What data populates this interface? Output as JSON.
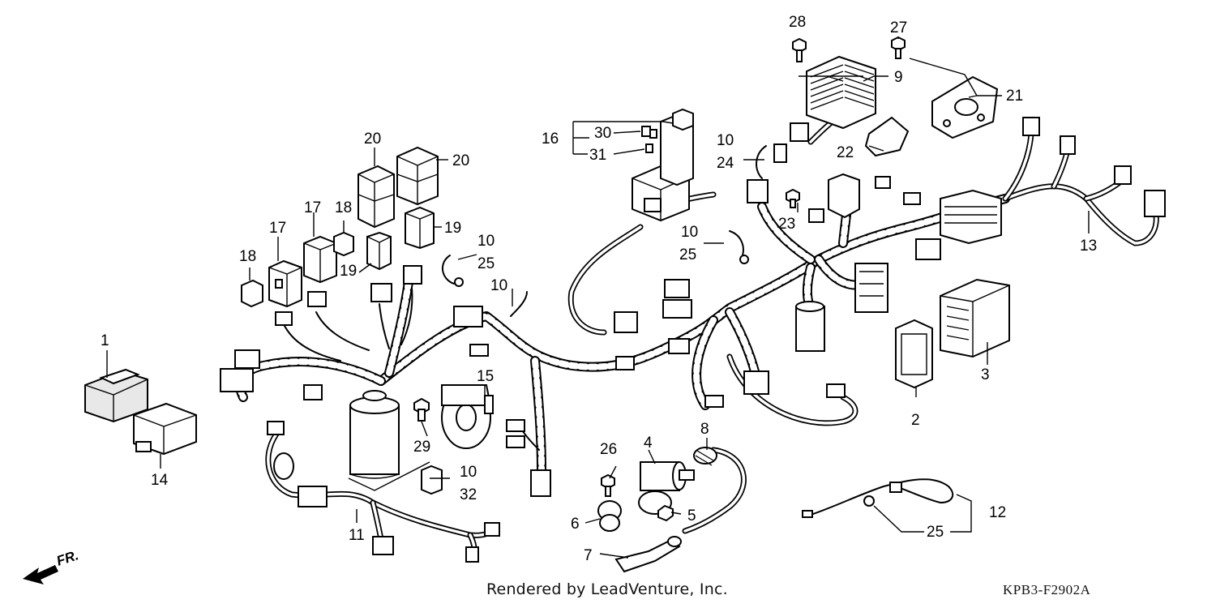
{
  "callouts": {
    "c1": "1",
    "c2": "2",
    "c3": "3",
    "c4": "4",
    "c5": "5",
    "c6": "6",
    "c7": "7",
    "c8": "8",
    "c9": "9",
    "c10_a": "10",
    "c10_b": "10",
    "c10_c": "10",
    "c10_d": "10",
    "c10_e": "10",
    "c11": "11",
    "c12": "12",
    "c13": "13",
    "c14": "14",
    "c15": "15",
    "c16": "16",
    "c17_a": "17",
    "c17_b": "17",
    "c18_a": "18",
    "c18_b": "18",
    "c19_a": "19",
    "c19_b": "19",
    "c20_a": "20",
    "c20_b": "20",
    "c21": "21",
    "c22": "22",
    "c23": "23",
    "c24": "24",
    "c25_a": "25",
    "c25_b": "25",
    "c25_c": "25",
    "c26": "26",
    "c27": "27",
    "c28": "28",
    "c29": "29",
    "c30": "30",
    "c31": "31",
    "c32": "32"
  },
  "front_marker": "FR.",
  "credit": "Rendered by LeadVenture, Inc.",
  "diagram_code": "KPB3-F2902A"
}
